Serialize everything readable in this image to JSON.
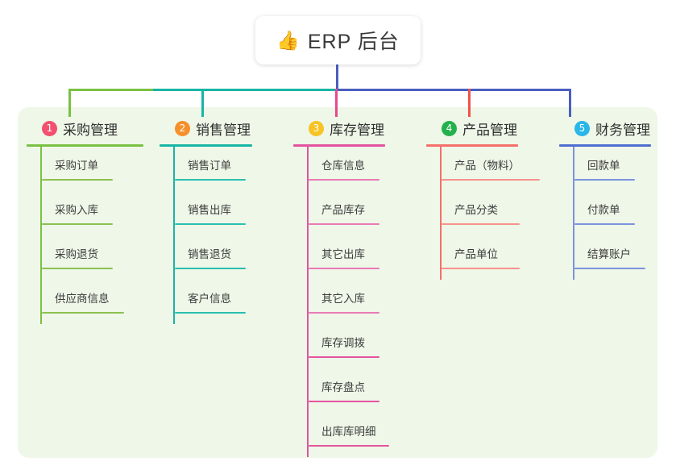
{
  "root": {
    "icon": "thumbs-up-icon",
    "emoji": "👍",
    "title": "ERP 后台"
  },
  "theme": {
    "page_background": "#ffffff",
    "panel_background": "#eef7e8",
    "root_stem": "#4a5fc1",
    "bus_left": "#7ac143",
    "bus_mid": "#19b5a5",
    "bus_right": "#4a5fc1",
    "text": "#3d3d3d"
  },
  "columns": [
    {
      "index": "1",
      "badge_color": "#f2506e",
      "line_color": "#7ac143",
      "drop_color": "#7ac143",
      "label": "采购管理",
      "items": [
        {
          "label": "采购订单"
        },
        {
          "label": "采购入库"
        },
        {
          "label": "采购退货"
        },
        {
          "label": "供应商信息"
        }
      ]
    },
    {
      "index": "2",
      "badge_color": "#f5902b",
      "line_color": "#19b5a5",
      "drop_color": "#19b5a5",
      "label": "销售管理",
      "items": [
        {
          "label": "销售订单"
        },
        {
          "label": "销售出库"
        },
        {
          "label": "销售退货"
        },
        {
          "label": "客户信息"
        }
      ]
    },
    {
      "index": "3",
      "badge_color": "#f7c325",
      "line_color": "#e454a0",
      "drop_color": "#e8498f",
      "label": "库存管理",
      "items": [
        {
          "label": "仓库信息"
        },
        {
          "label": "产品库存"
        },
        {
          "label": "其它出库"
        },
        {
          "label": "其它入库"
        },
        {
          "label": "库存调拨"
        },
        {
          "label": "库存盘点"
        },
        {
          "label": "出库库明细"
        }
      ]
    },
    {
      "index": "4",
      "badge_color": "#23b14d",
      "line_color": "#f4706a",
      "drop_color": "#f4514b",
      "label": "产品管理",
      "items": [
        {
          "label": "产品（物料）"
        },
        {
          "label": "产品分类"
        },
        {
          "label": "产品单位"
        }
      ]
    },
    {
      "index": "5",
      "badge_color": "#29b6e8",
      "line_color": "#4e6fd0",
      "drop_color": "#4a5fc1",
      "label": "财务管理",
      "items": [
        {
          "label": "回款单"
        },
        {
          "label": "付款单"
        },
        {
          "label": "结算账户"
        }
      ]
    }
  ]
}
